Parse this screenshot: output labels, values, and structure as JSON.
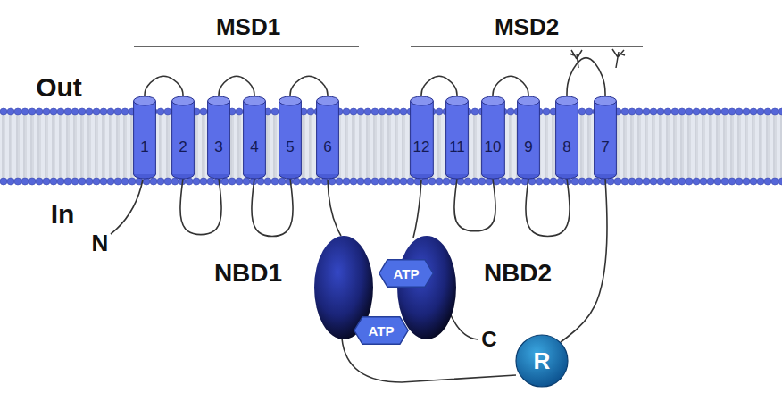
{
  "diagram": {
    "nodes": [
      {
        "text": [
          "1"
        ]
      },
      {
        "text": [
          "2"
        ]
      },
      {
        "text": [
          "3"
        ]
      },
      {
        "text": [
          "4"
        ]
      },
      {
        "text": [
          "5"
        ]
      },
      {
        "text": [
          "6"
        ]
      },
      {
        "text": [
          "12"
        ]
      },
      {
        "text": [
          "11"
        ]
      },
      {
        "text": [
          "10"
        ]
      },
      {
        "text": [
          "9"
        ]
      },
      {
        "text": [
          "8"
        ]
      },
      {
        "text": [
          "7"
        ]
      },
      {
        "text": [
          "ATP"
        ]
      },
      {
        "text": [
          "ATP"
        ]
      },
      {
        "text": [
          "R"
        ]
      }
    ],
    "edges": [
      {
        "from": 0,
        "to": 1,
        "arrow": "none"
      },
      {
        "from": 1,
        "to": 2,
        "arrow": "none"
      },
      {
        "from": 2,
        "to": 3,
        "arrow": "none"
      },
      {
        "from": 3,
        "to": 4,
        "arrow": "none"
      },
      {
        "from": 4,
        "to": 5,
        "arrow": "none"
      },
      {
        "from": 6,
        "to": 7,
        "arrow": "none"
      },
      {
        "from": 7,
        "to": 8,
        "arrow": "none"
      },
      {
        "from": 8,
        "to": 9,
        "arrow": "none"
      },
      {
        "from": 9,
        "to": 10,
        "arrow": "none"
      },
      {
        "from": 10,
        "to": 11,
        "arrow": "none"
      },
      {
        "from": 11,
        "to": 14,
        "arrow": "none"
      }
    ],
    "labels": [
      "MSD1",
      "MSD2",
      "Out",
      "In",
      "N",
      "NBD1",
      "NBD2",
      "C"
    ]
  }
}
